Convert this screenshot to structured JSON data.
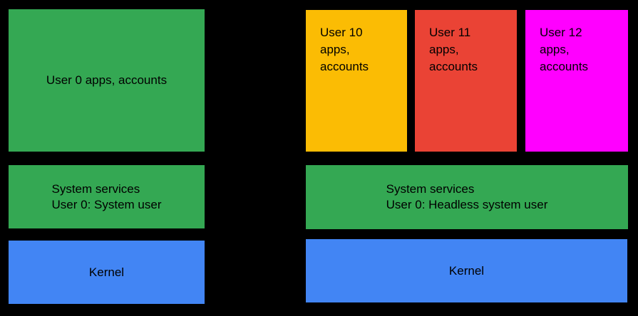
{
  "canvas": {
    "background_color": "#000000",
    "text_color": "#000000"
  },
  "left_stack": {
    "apps_box": {
      "label": "User 0 apps, accounts",
      "color": "#34A853"
    },
    "services_box": {
      "lines": [
        "System services",
        "User 0: System user"
      ],
      "color": "#34A853"
    },
    "kernel_box": {
      "label": "Kernel",
      "color": "#4285F4"
    }
  },
  "right_stack": {
    "user_boxes": [
      {
        "lines": [
          "User 10",
          "apps,",
          "accounts"
        ],
        "color": "#FBBC04"
      },
      {
        "lines": [
          "User 11",
          "apps,",
          "accounts"
        ],
        "color": "#EA4335"
      },
      {
        "lines": [
          "User 12",
          "apps,",
          "accounts"
        ],
        "color": "#FF00FF"
      }
    ],
    "services_box": {
      "lines": [
        "System services",
        "User 0: Headless system user"
      ],
      "color": "#34A853"
    },
    "kernel_box": {
      "label": "Kernel",
      "color": "#4285F4"
    }
  }
}
